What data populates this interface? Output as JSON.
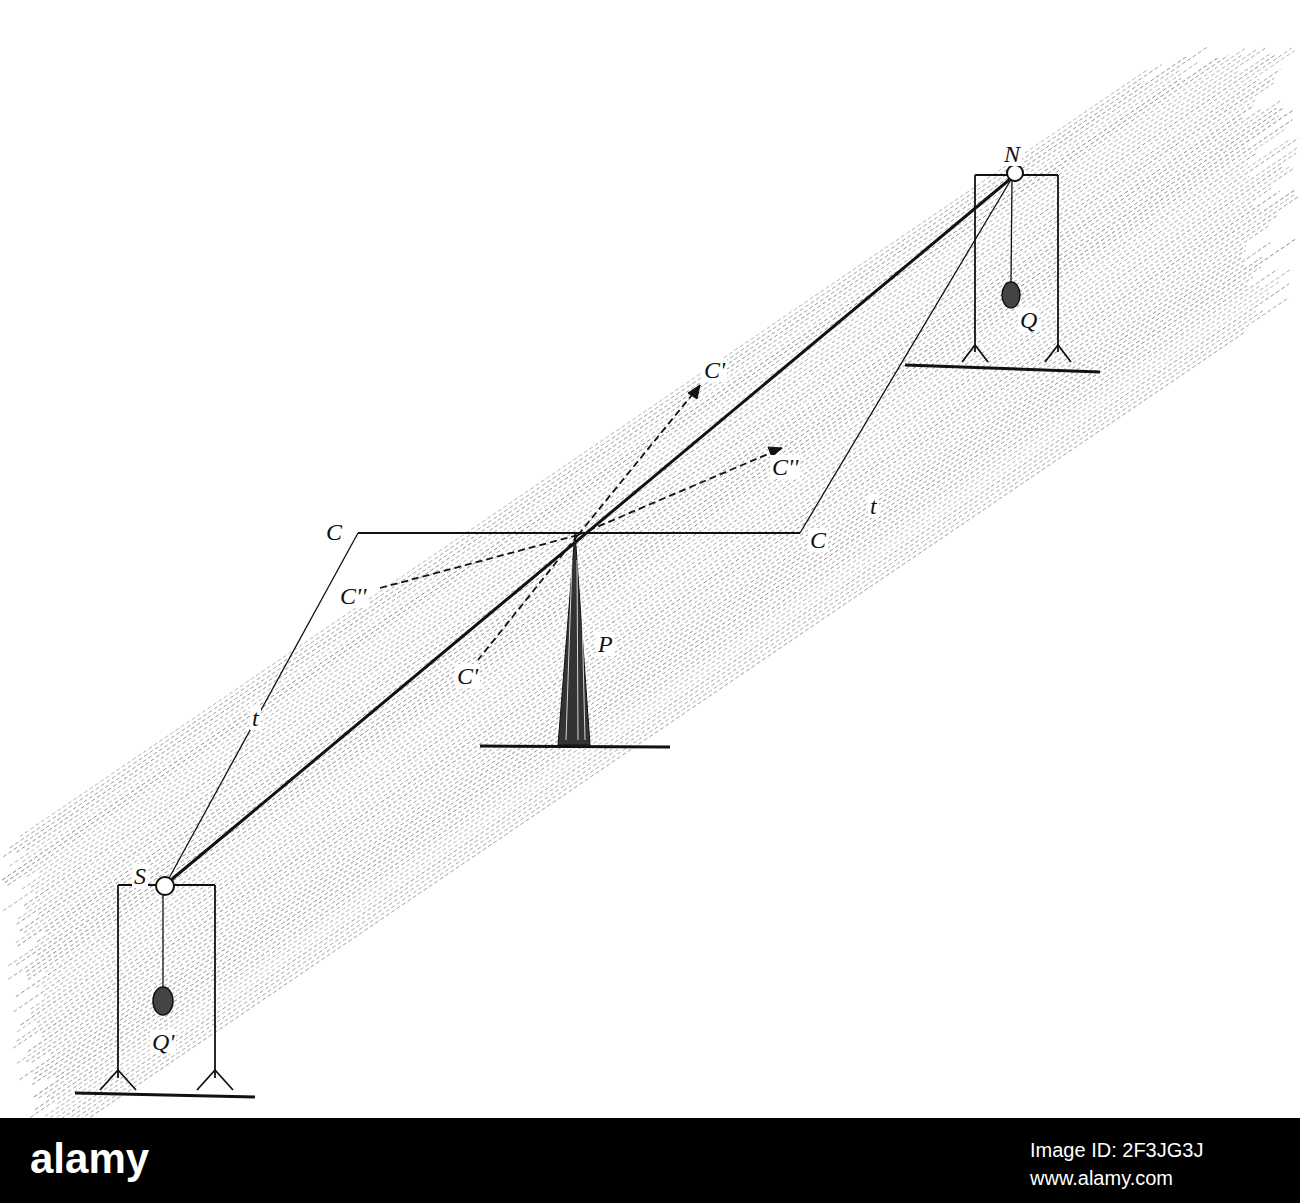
{
  "diagram": {
    "labels": [
      "N",
      "Q",
      "C'",
      "C''",
      "t",
      "C",
      "C",
      "C''",
      "P",
      "C'",
      "t",
      "S",
      "Q'",
      "alamy",
      "Image ID: 2F3JG3J",
      "www.alamy.com"
    ]
  }
}
